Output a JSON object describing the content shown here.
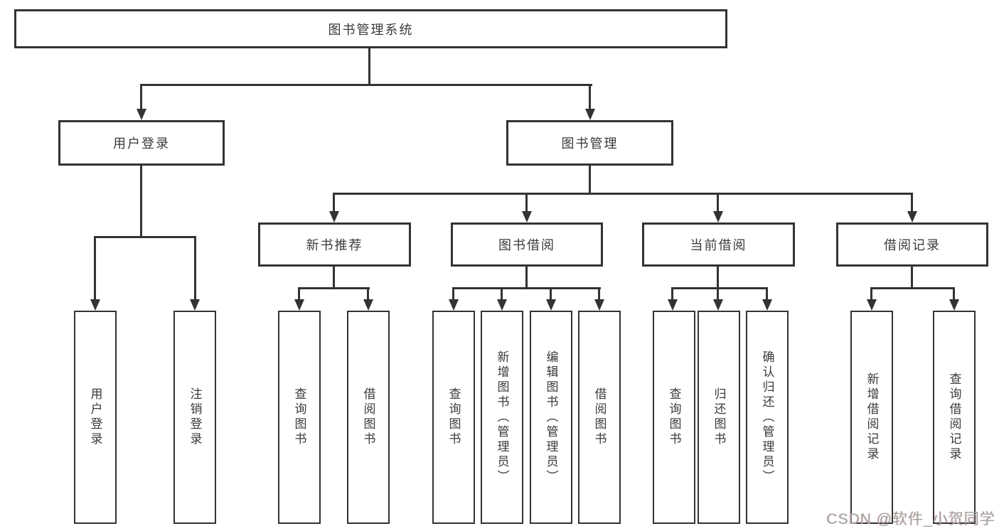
{
  "diagram": {
    "type": "tree",
    "root": {
      "label": "图书管理系统"
    },
    "children": [
      {
        "label": "用户登录",
        "children": [
          {
            "label": "用户登录"
          },
          {
            "label": "注销登录"
          }
        ]
      },
      {
        "label": "图书管理",
        "children": [
          {
            "label": "新书推荐",
            "children": [
              {
                "label": "查询图书"
              },
              {
                "label": "借阅图书"
              }
            ]
          },
          {
            "label": "图书借阅",
            "children": [
              {
                "label": "查询图书"
              },
              {
                "label": "新增图书（管理员）"
              },
              {
                "label": "编辑图书（管理员）"
              },
              {
                "label": "借阅图书"
              }
            ]
          },
          {
            "label": "当前借阅",
            "children": [
              {
                "label": "查询图书"
              },
              {
                "label": "归还图书"
              },
              {
                "label": "确认归还（管理员）"
              }
            ]
          },
          {
            "label": "借阅记录",
            "children": [
              {
                "label": "新增借阅记录"
              },
              {
                "label": "查询借阅记录"
              }
            ]
          }
        ]
      }
    ],
    "colors": {
      "line": "#333333",
      "text": "#3a3a3a",
      "background": "#ffffff",
      "watermark": "#a3a3a3"
    }
  },
  "watermark": {
    "text": "CSDN @软件_小贺同学"
  }
}
